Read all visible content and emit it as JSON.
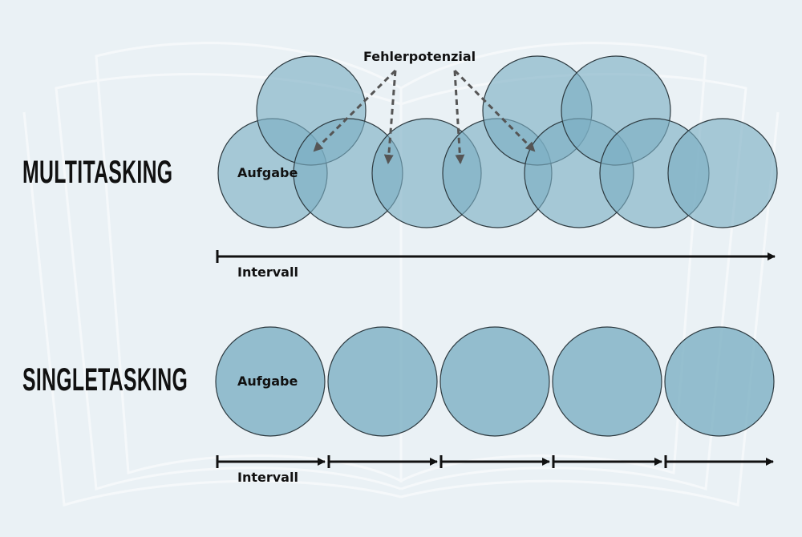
{
  "multitasking": {
    "heading": "MULTITASKING",
    "task_label": "Aufgabe",
    "error_label": "Fehlerpotenzial",
    "interval_label": "Intervall"
  },
  "singletasking": {
    "heading": "SINGLETASKING",
    "task_label": "Aufgabe",
    "interval_label": "Intervall"
  },
  "colors": {
    "circle_fill": "#7aaec3",
    "circle_stroke": "#2d3a40",
    "arrow_dashed": "#555555",
    "timeline": "#111111",
    "background": "#eaf1f5"
  }
}
